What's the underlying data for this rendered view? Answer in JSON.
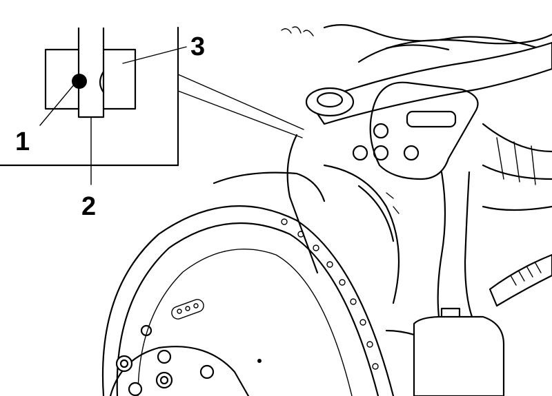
{
  "callouts": {
    "one": "1",
    "two": "2",
    "three": "3"
  },
  "colors": {
    "ink": "#000000",
    "paper": "#ffffff"
  }
}
